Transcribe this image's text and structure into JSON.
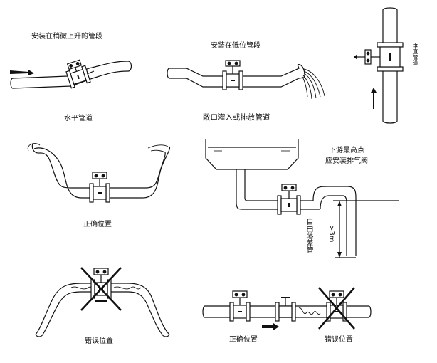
{
  "labels": {
    "slightly_rising": "安装在稍微上升的管段",
    "low_section": "安装在低位管段",
    "horizontal_pipe": "水平管道",
    "open_discharge": "敞口灌入或排放管道",
    "correct_top": "正确位置",
    "downstream_high_1": "下游最高点",
    "downstream_high_2": "应安装排气阀",
    "free_fall": "自由落差管",
    "height_gt3m": ">3m",
    "vertical_pipe": "垂直管道",
    "wrong_left": "错误位置",
    "correct_bottom": "正确位置",
    "wrong_right": "错误位置"
  }
}
